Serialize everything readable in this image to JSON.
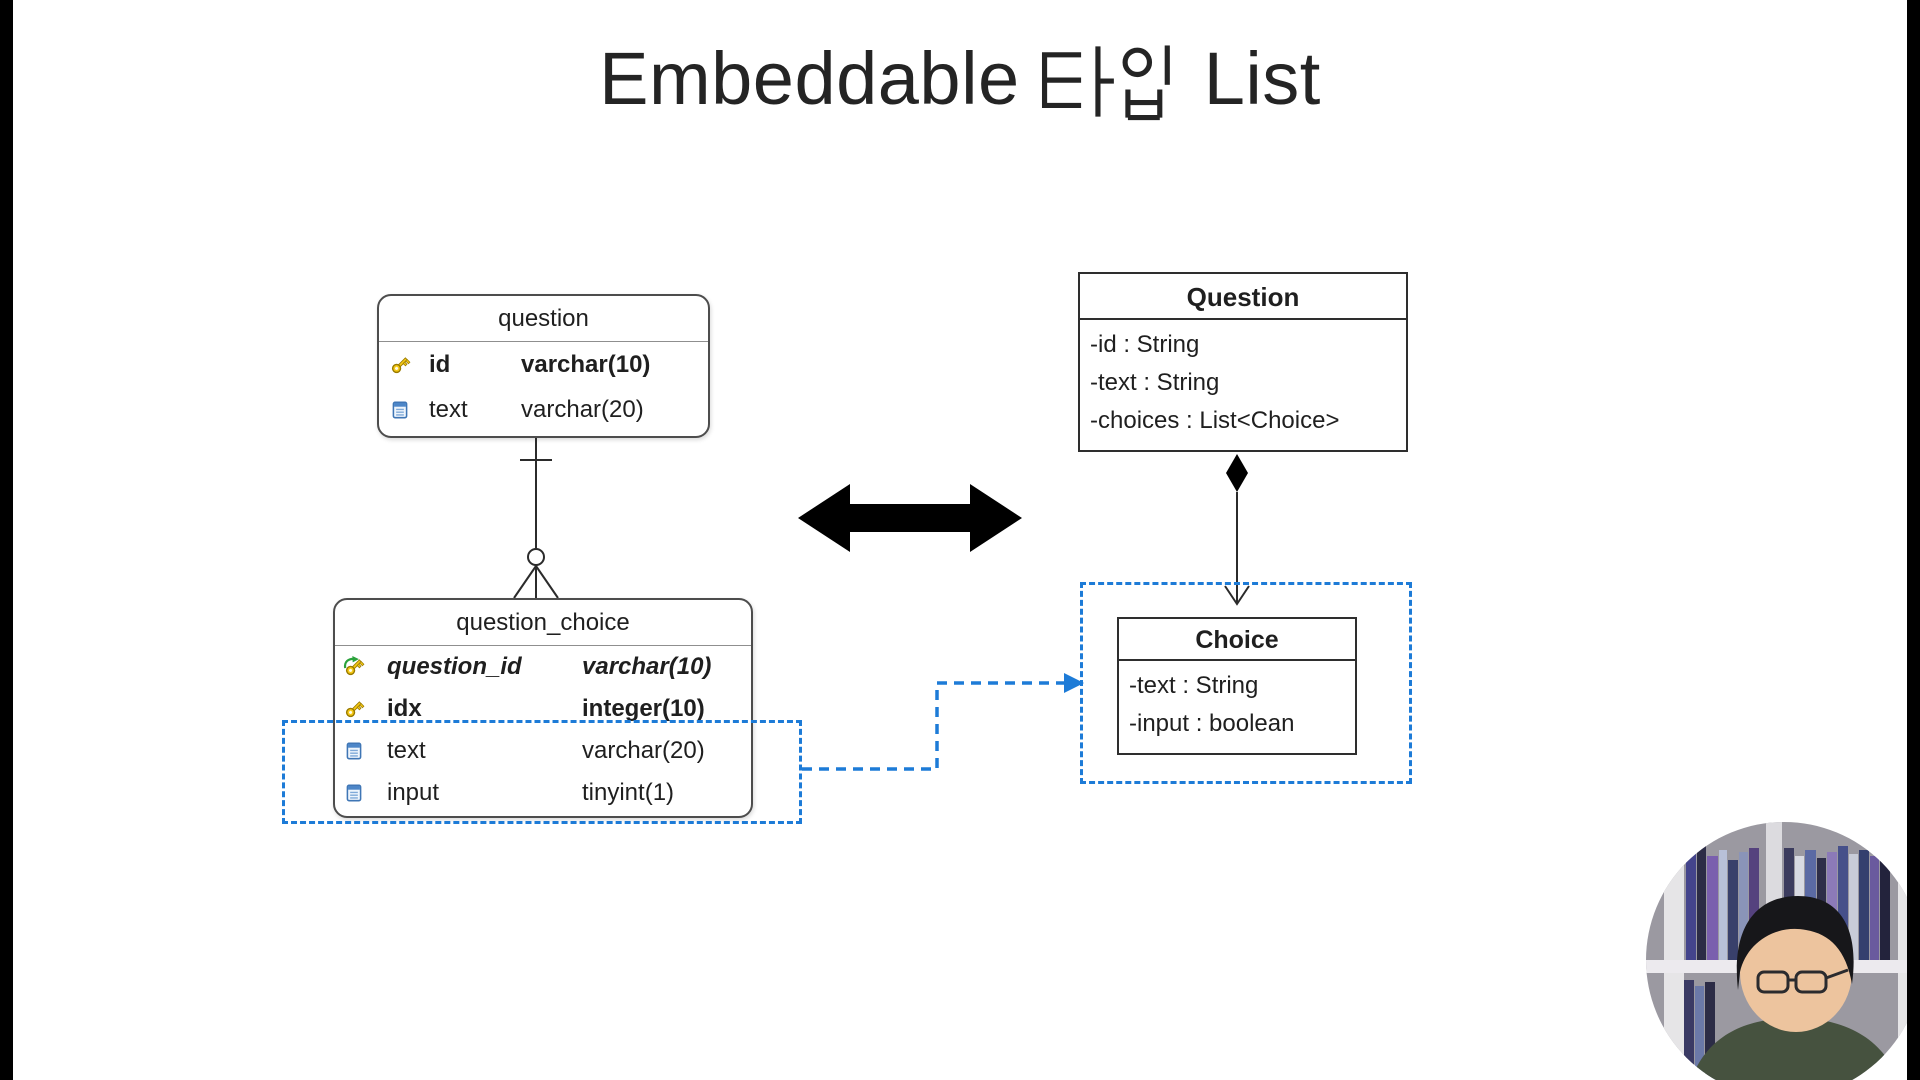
{
  "slide": {
    "title": {
      "full": "Embeddable 타입 List",
      "prefix": "Embeddable",
      "korean": "타입",
      "suffix": "List"
    }
  },
  "erd": {
    "question": {
      "title": "question",
      "columns": [
        {
          "icon": "primary-key",
          "name": "id",
          "type": "varchar(10)"
        },
        {
          "icon": "column",
          "name": "text",
          "type": "varchar(20)"
        }
      ]
    },
    "question_choice": {
      "title": "question_choice",
      "columns": [
        {
          "icon": "foreign-primary-key",
          "name": "question_id",
          "type": "varchar(10)"
        },
        {
          "icon": "primary-key",
          "name": "idx",
          "type": "integer(10)"
        },
        {
          "icon": "column",
          "name": "text",
          "type": "varchar(20)"
        },
        {
          "icon": "column",
          "name": "input",
          "type": "tinyint(1)"
        }
      ]
    }
  },
  "uml": {
    "question": {
      "title": "Question",
      "attributes": [
        "-id : String",
        "-text : String",
        "-choices : List<Choice>"
      ]
    },
    "choice": {
      "title": "Choice",
      "attributes": [
        "-text : String",
        "-input : boolean"
      ]
    }
  },
  "colors": {
    "highlight_blue": "#1d7bd7",
    "arrow_black": "#000000"
  }
}
